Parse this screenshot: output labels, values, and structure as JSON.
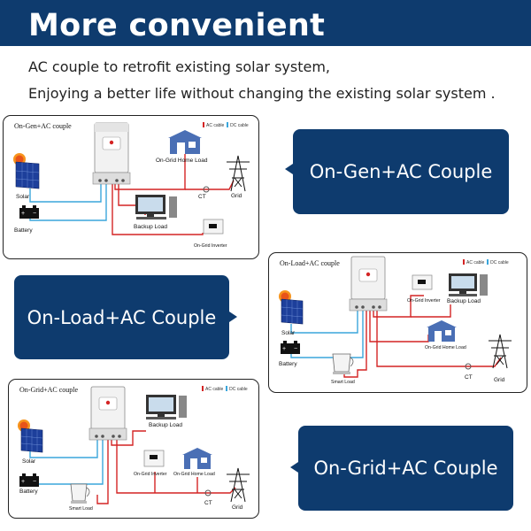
{
  "header": {
    "title": "More convenient",
    "line1": "AC couple to retrofit existing solar system,",
    "line2": "Enjoying a  better life without changing the existing solar system ."
  },
  "legend": {
    "ac": "AC cable",
    "dc": "DC cable"
  },
  "colors": {
    "brand": "#0e3b6e",
    "ac_cable": "#d42424",
    "dc_cable": "#3aa6dc"
  },
  "panels": {
    "on_gen": {
      "title": "On-Gen+AC couple",
      "callout": "On-Gen+AC Couple",
      "labels": {
        "solar": "Solar",
        "battery": "Battery",
        "home": "On-Grid Home Load",
        "ct": "CT",
        "grid": "Grid",
        "backup": "Backup Load",
        "inverter": "On-Grid Inverter"
      }
    },
    "on_load": {
      "title": "On-Load+AC couple",
      "callout": "On-Load+AC Couple",
      "labels": {
        "solar": "Solar",
        "battery": "Battery",
        "inverter": "On-Grid Inverter",
        "backup": "Backup Load",
        "home": "On-Grid Home Load",
        "smart": "Smart Load",
        "ct": "CT",
        "grid": "Grid"
      }
    },
    "on_grid": {
      "title": "On-Grid+AC couple",
      "callout": "On-Grid+AC Couple",
      "labels": {
        "solar": "Solar",
        "battery": "Battery",
        "smart": "Smart Load",
        "backup": "Backup Load",
        "inverter": "On-Grid Inverter",
        "home": "On-Grid Home Load",
        "ct": "CT",
        "grid": "Grid"
      }
    }
  }
}
